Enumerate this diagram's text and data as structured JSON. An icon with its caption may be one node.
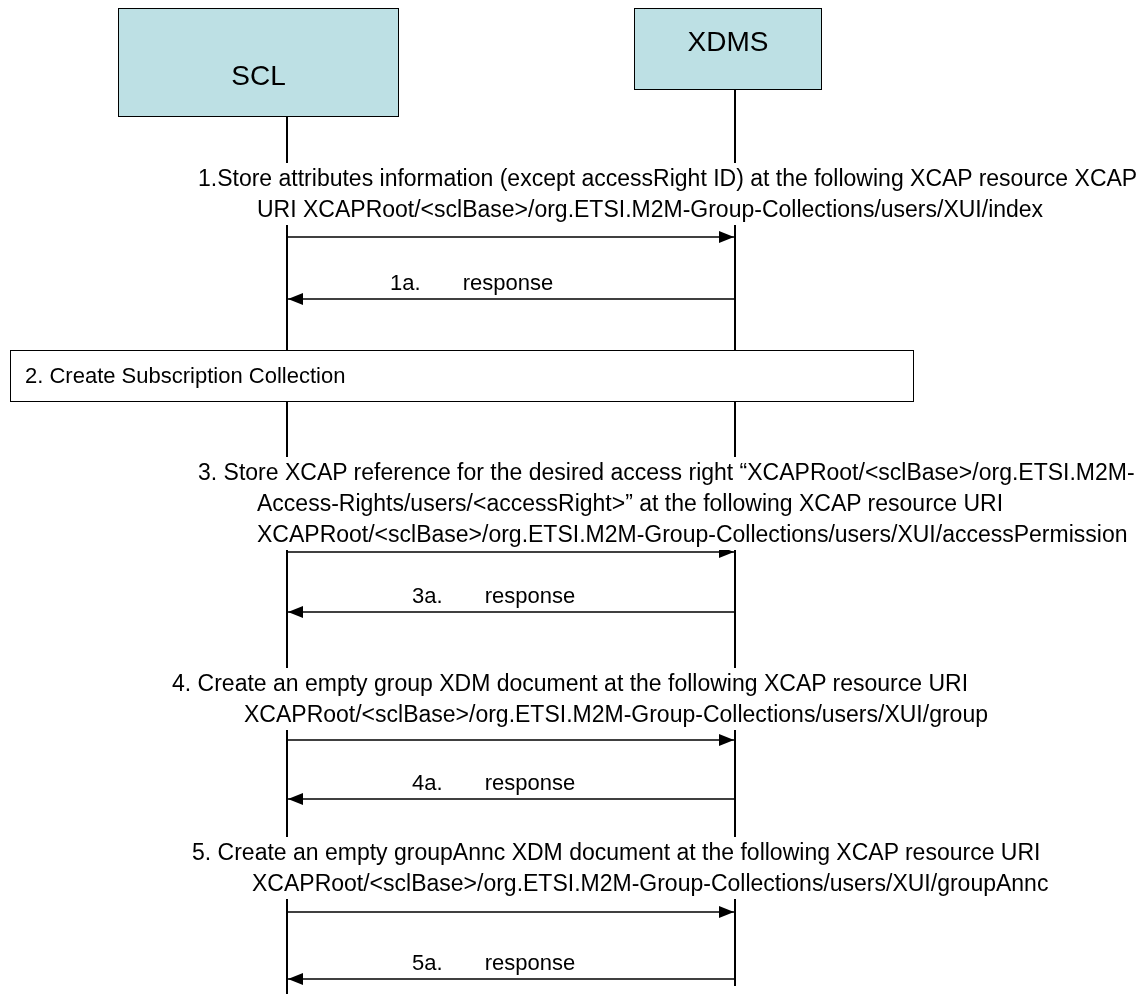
{
  "diagram": {
    "nodes": [
      {
        "text": [
          "SCL"
        ]
      },
      {
        "text": [
          "XDMS"
        ]
      },
      {
        "text": [
          "2. Create Subscription Collection"
        ]
      },
      {
        "text": [],
        "shape": "line"
      },
      {
        "text": [],
        "shape": "line"
      }
    ],
    "edges": [
      {
        "from": 3,
        "to": 4,
        "arrow": "to",
        "label": "1.Store attributes information (except accessRight ID) at the following XCAP resource XCAP URI XCAPRoot/<sclBase>/org.ETSI.M2M-Group-Collections/users/XUI/index"
      },
      {
        "from": 4,
        "to": 3,
        "arrow": "to",
        "label": "1a. response"
      },
      {
        "from": 3,
        "to": 4,
        "arrow": "to",
        "label": "3. Store XCAP reference for the desired access right “XCAPRoot/<sclBase>/org.ETSI.M2M-Access-Rights/users/<accessRight>” at the following XCAP resource URI XCAPRoot/<sclBase>/org.ETSI.M2M-Group-Collections/users/XUI/accessPermission"
      },
      {
        "from": 4,
        "to": 3,
        "arrow": "to",
        "label": "3a. response"
      },
      {
        "from": 3,
        "to": 4,
        "arrow": "to",
        "label": "4. Create an empty group XDM document at the following XCAP resource URI XCAPRoot/<sclBase>/org.ETSI.M2M-Group-Collections/users/XUI/group"
      },
      {
        "from": 4,
        "to": 3,
        "arrow": "to",
        "label": "4a. response"
      },
      {
        "from": 3,
        "to": 4,
        "arrow": "to",
        "label": "5. Create an empty groupAnnc XDM document at the following XCAP resource URI XCAPRoot/<sclBase>/org.ETSI.M2M-Group-Collections/users/XUI/groupAnnc"
      },
      {
        "from": 4,
        "to": 3,
        "arrow": "to",
        "label": "5a. response"
      }
    ]
  }
}
